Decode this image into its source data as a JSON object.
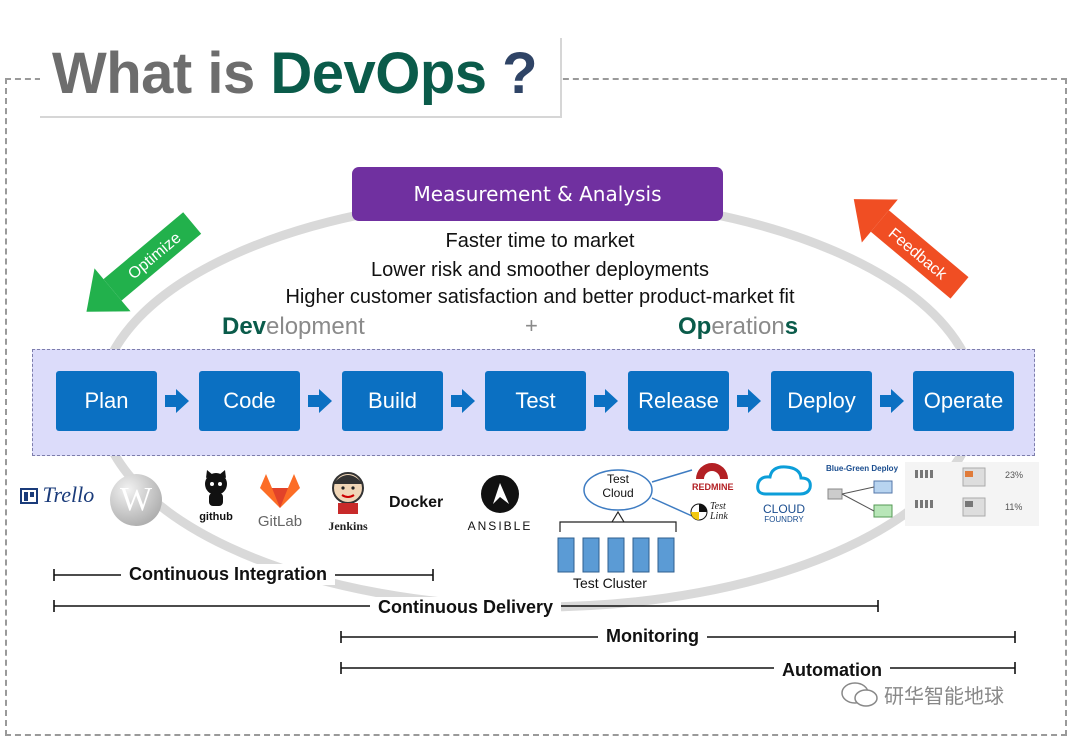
{
  "title": {
    "part1": "What is ",
    "part2": "DevOps",
    "part3": " ?"
  },
  "measurement": "Measurement & Analysis",
  "benefits": [
    "Faster time to market",
    "Lower risk and smoother deployments",
    "Higher customer satisfaction and better product-market fit"
  ],
  "arrows": {
    "optimize": "Optimize",
    "feedback": "Feedback"
  },
  "development": {
    "bold": "Dev",
    "rest": "elopment"
  },
  "plus": "+",
  "operations": {
    "bold1": "Op",
    "mid": "eration",
    "bold2": "s"
  },
  "stages": [
    "Plan",
    "Code",
    "Build",
    "Test",
    "Release",
    "Deploy",
    "Operate"
  ],
  "tools": {
    "trello": "Trello",
    "wikipedia": "W",
    "github": "github",
    "gitlab": "GitLab",
    "jenkins": "Jenkins",
    "docker": "Docker",
    "ansible": "ANSIBLE",
    "test_cloud": [
      "Test",
      "Cloud"
    ],
    "test_cluster": "Test Cluster",
    "redmine": "REDMINE",
    "testlink": [
      "Test",
      "Link"
    ],
    "cloud_foundry": [
      "CLOUD",
      "FOUNDRY"
    ],
    "blue_green": "Blue-Green Deploy",
    "ab_percent_top": "23%",
    "ab_percent_bottom": "11%"
  },
  "spans": {
    "ci": "Continuous Integration",
    "cd": "Continuous Delivery",
    "monitoring": "Monitoring",
    "automation": "Automation"
  },
  "watermark": "研华智能地球",
  "colors": {
    "title_green": "#0a5b4a",
    "purple": "#7030a0",
    "stage_blue": "#0b70c2",
    "optimize_green": "#22b14c",
    "feedback_red": "#f04e23",
    "band": "#dcdcfa"
  }
}
